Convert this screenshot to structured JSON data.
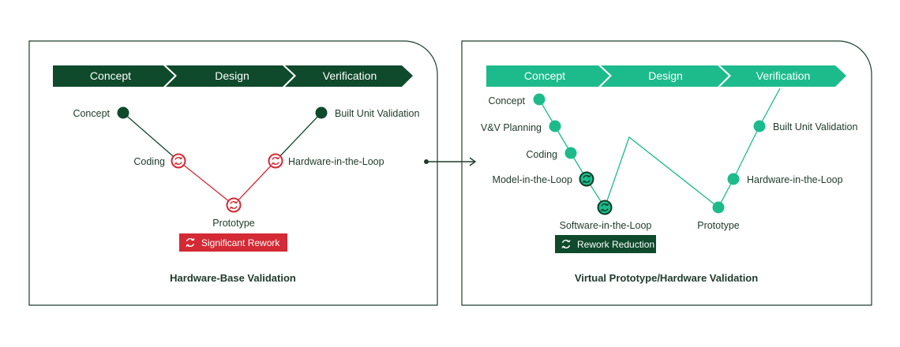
{
  "colors": {
    "dark_green": "#0e4a2b",
    "teal": "#1dbb8c",
    "red": "#d42a35",
    "frame": "#1e3d2c",
    "text": "#1f3a2b"
  },
  "left": {
    "phases": [
      "Concept",
      "Design",
      "Verification"
    ],
    "nodes": {
      "concept": "Concept",
      "coding": "Coding",
      "prototype": "Prototype",
      "hil": "Hardware-in-the-Loop",
      "built_unit": "Built Unit Validation"
    },
    "badge": "Significant Rework",
    "caption": "Hardware-Base Validation"
  },
  "right": {
    "phases": [
      "Concept",
      "Design",
      "Verification"
    ],
    "nodes": {
      "concept": "Concept",
      "vv_planning": "V&V Planning",
      "coding": "Coding",
      "mil": "Model-in-the-Loop",
      "sil": "Software-in-the-Loop",
      "prototype": "Prototype",
      "hil": "Hardware-in-the-Loop",
      "built_unit": "Built Unit Validation"
    },
    "badge": "Rework Reduction",
    "caption": "Virtual Prototype/Hardware Validation"
  },
  "icons": {
    "transition": "arrow-right-icon",
    "rework": "rework-cycle-icon"
  }
}
